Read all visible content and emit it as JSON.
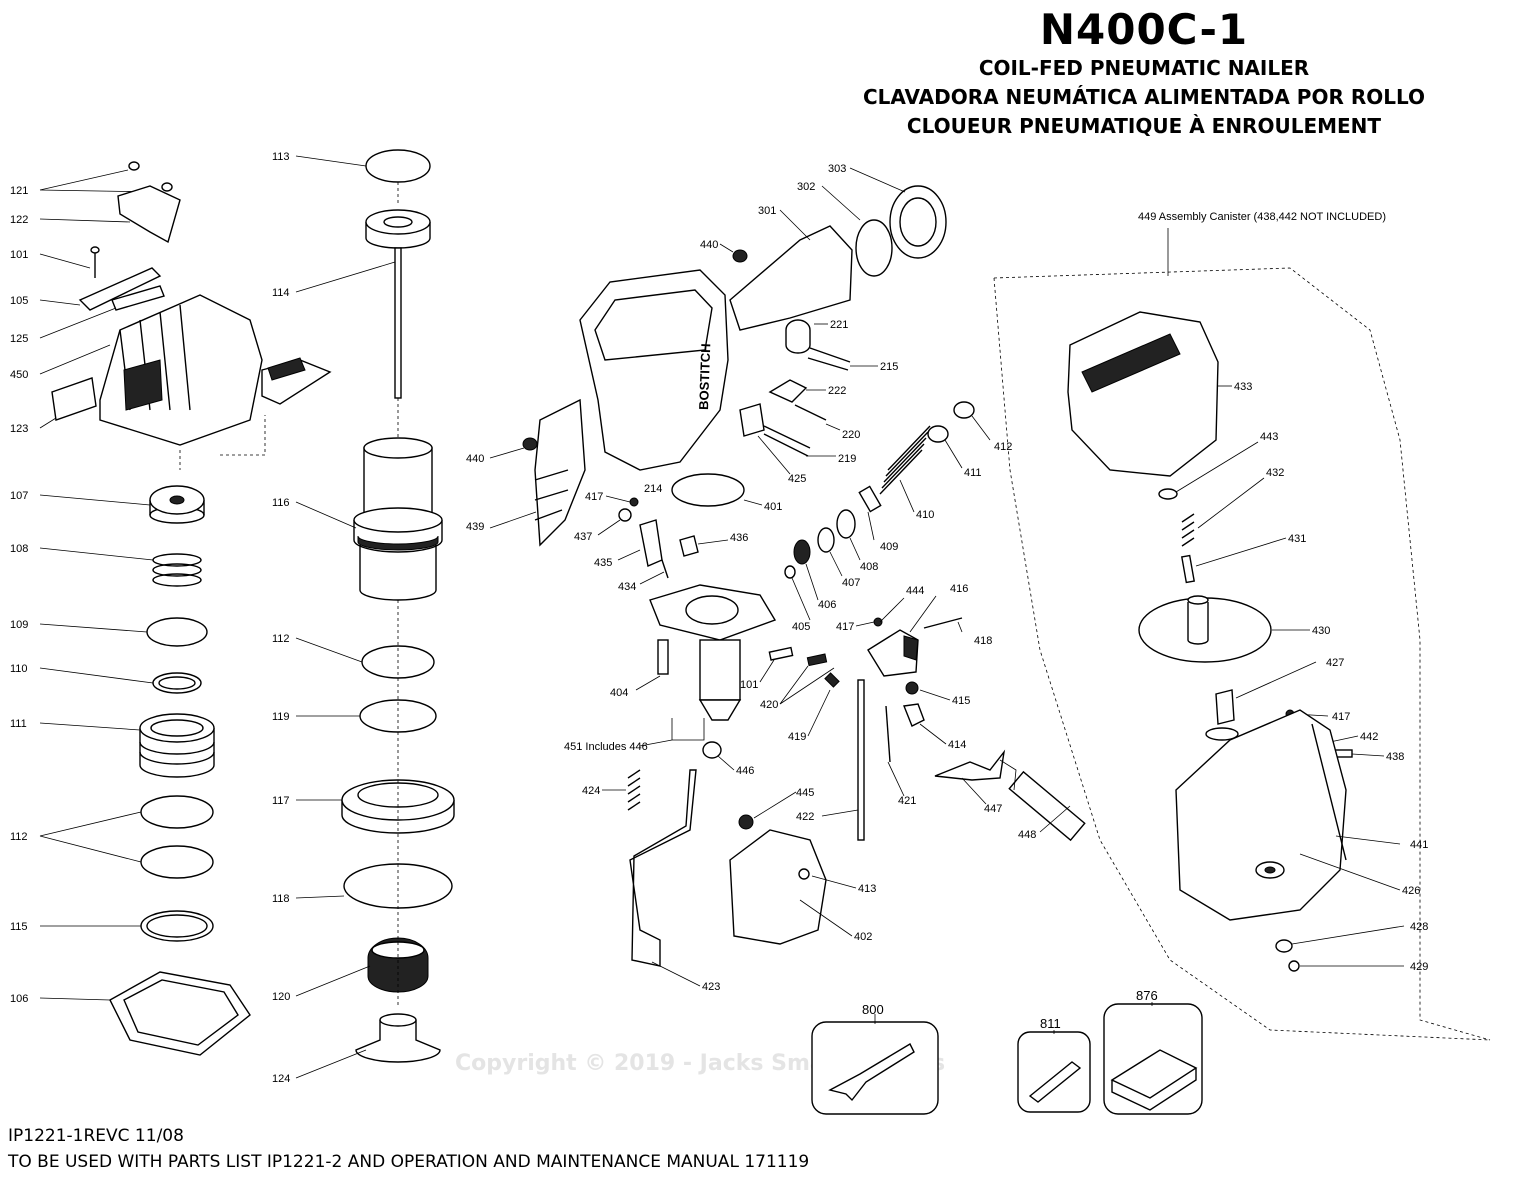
{
  "header": {
    "model": "N400C-1",
    "title_en": "COIL-FED PNEUMATIC NAILER",
    "title_es": "CLAVADORA NEUMÁTICA ALIMENTADA POR ROLLO",
    "title_fr": "CLOUEUR PNEUMATIQUE À ENROULEMENT"
  },
  "footer": {
    "doc_id": "IP1221-1REVC 11/08",
    "note": "TO BE USED WITH PARTS LIST IP1221-2 AND OPERATION AND MAINTENANCE MANUAL 171119"
  },
  "watermark": "Copyright © 2019 - Jacks Small Engines",
  "brand_mark": "BOSTITCH",
  "callouts": {
    "canister": "449 Assembly Canister (438,442 NOT INCLUDED)",
    "assembly_451": "451 Includes 446"
  },
  "part_labels": {
    "p121": "121",
    "p122": "122",
    "p101a": "101",
    "p105a": "105",
    "p125": "125",
    "p450": "450",
    "p123": "123",
    "p107": "107",
    "p108": "108",
    "p109": "109",
    "p110": "110",
    "p111": "111",
    "p112a": "112",
    "p115": "115",
    "p106": "106",
    "p113": "113",
    "p114": "114",
    "p116": "116",
    "p112b": "112",
    "p119": "119",
    "p117": "117",
    "p118": "118",
    "p120": "120",
    "p124": "124",
    "p303": "303",
    "p302": "302",
    "p301": "301",
    "p440a": "440",
    "p221": "221",
    "p215": "215",
    "p222": "222",
    "p220": "220",
    "p219": "219",
    "p425": "425",
    "p440b": "440",
    "p417a": "417",
    "p214": "214",
    "p401": "401",
    "p439": "439",
    "p437": "437",
    "p436": "436",
    "p435": "435",
    "p434": "434",
    "p412": "412",
    "p411": "411",
    "p410": "410",
    "p409": "409",
    "p408": "408",
    "p407": "407",
    "p406": "406",
    "p405": "405",
    "p444": "444",
    "p416": "416",
    "p417b": "417",
    "p418": "418",
    "p404": "404",
    "p101b": "101",
    "p420": "420",
    "p415": "415",
    "p419": "419",
    "p414": "414",
    "p446": "446",
    "p424": "424",
    "p445": "445",
    "p421": "421",
    "p447": "447",
    "p422": "422",
    "p413": "413",
    "p448": "448",
    "p402": "402",
    "p423": "423",
    "p433": "433",
    "p443": "443",
    "p432": "432",
    "p431": "431",
    "p430": "430",
    "p427": "427",
    "p417c": "417",
    "p442": "442",
    "p438": "438",
    "p441": "441",
    "p426": "426",
    "p428": "428",
    "p429": "429",
    "p800": "800",
    "p811": "811",
    "p876": "876"
  }
}
